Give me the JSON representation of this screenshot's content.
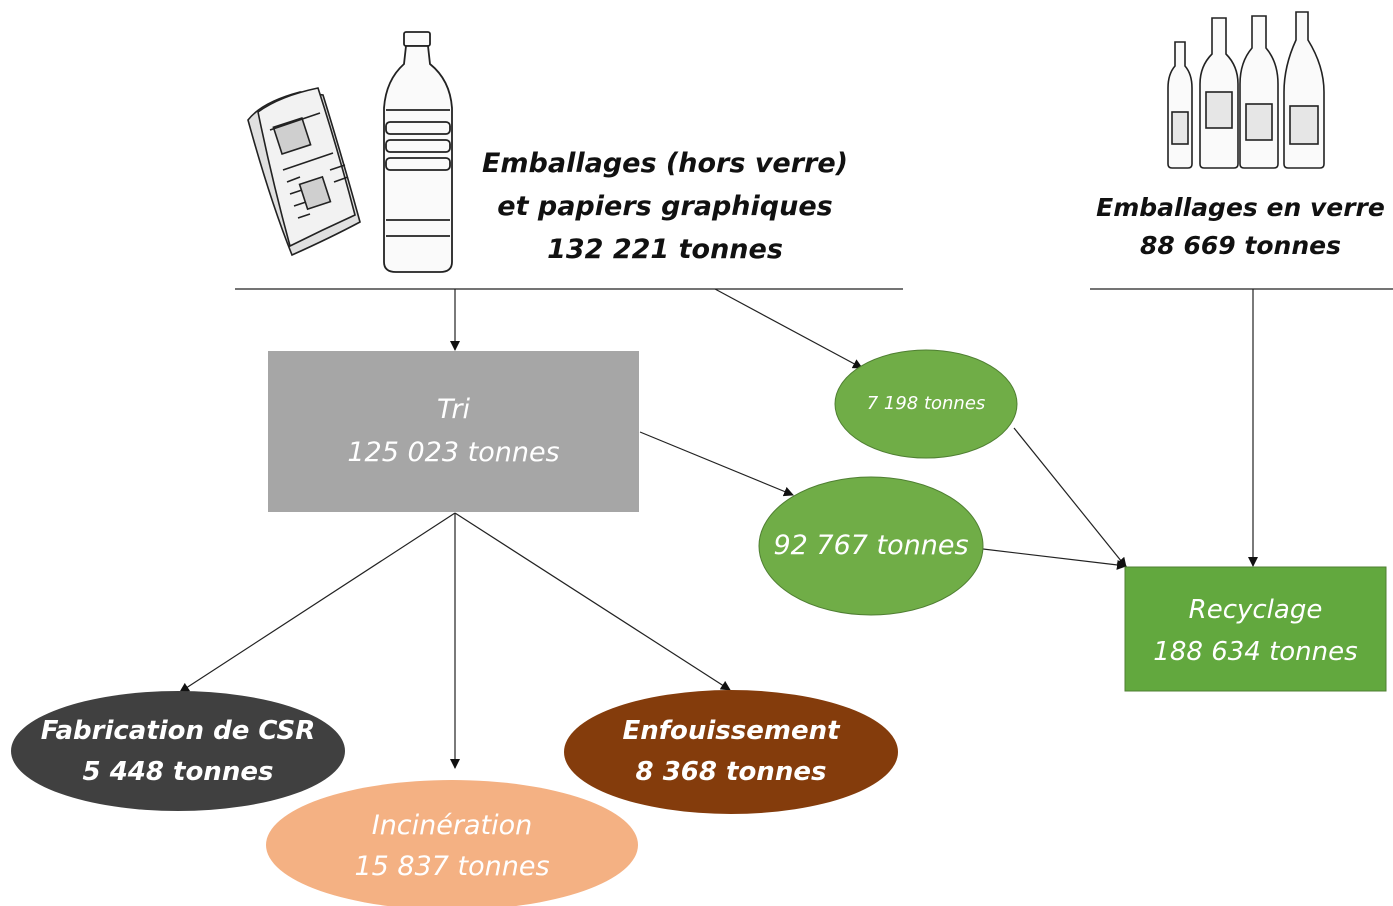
{
  "colors": {
    "tri_fill": "#a6a6a6",
    "green_fill": "#70ad47",
    "green_dark_fill": "#62a83e",
    "csr_fill": "#404040",
    "incineration_fill": "#f4b183",
    "enfouissement_fill": "#843c0c",
    "line_color": "#333333"
  },
  "icons": {
    "left_source": [
      "newspaper-icon",
      "plastic-bottle-icon"
    ],
    "right_source": [
      "glass-bottles-icon"
    ]
  },
  "source_left": {
    "line1": "Emballages (hors verre)",
    "line2": "et papiers graphiques",
    "line3": "132 221 tonnes"
  },
  "source_right": {
    "line1": "Emballages en verre",
    "line2": "88 669 tonnes"
  },
  "tri": {
    "title": "Tri",
    "value": "125 023 tonnes"
  },
  "direct_to_recycling": {
    "value": "7 198 tonnes"
  },
  "sorted_to_recycling": {
    "value": "92 767 tonnes"
  },
  "recyclage": {
    "title": "Recyclage",
    "value": "188 634 tonnes"
  },
  "csr": {
    "title": "Fabrication de CSR",
    "value": "5 448 tonnes"
  },
  "incineration": {
    "title": "Incinération",
    "value": "15 837 tonnes"
  },
  "enfouissement": {
    "title": "Enfouissement",
    "value": "8 368 tonnes"
  }
}
